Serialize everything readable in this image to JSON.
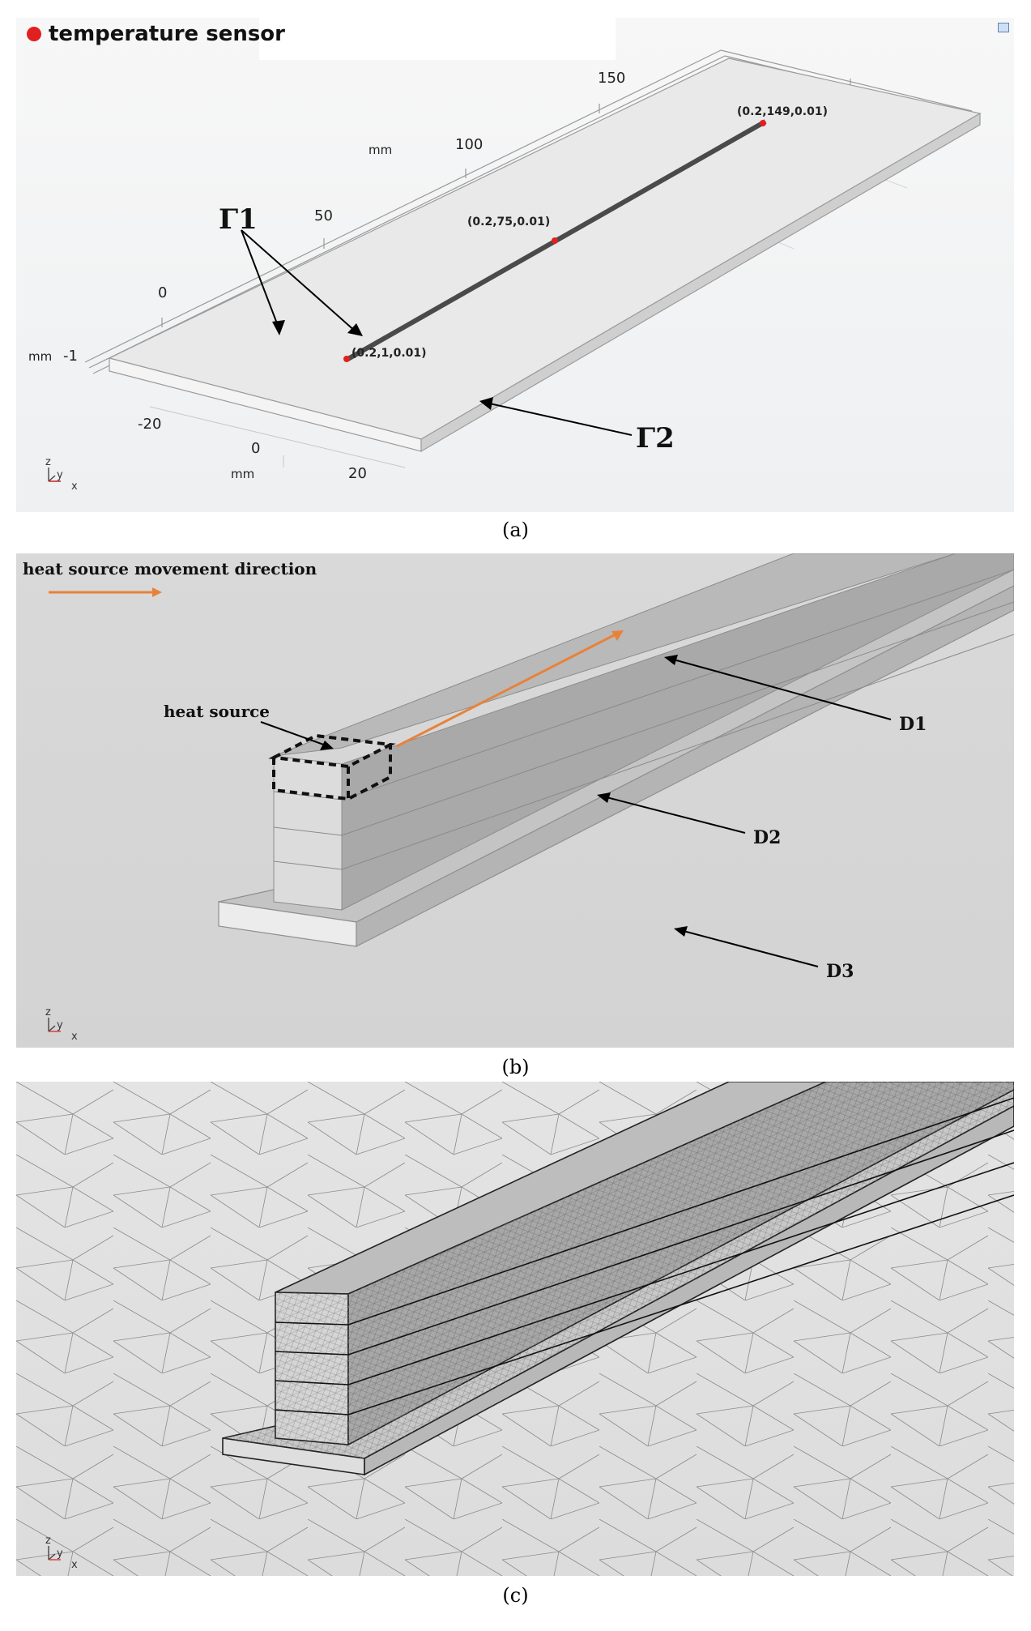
{
  "panels": {
    "a": {
      "caption": "(a)",
      "legend_label": "temperature sensor",
      "sensor_color": "#e02020",
      "unit_label": "mm",
      "y_ticks": [
        "0",
        "50",
        "100",
        "150"
      ],
      "x_ticks": [
        "-20",
        "0",
        "20"
      ],
      "z_tick": "-1",
      "gamma1": "Γ1",
      "gamma2": "Γ2",
      "sensors": [
        {
          "label": "(0.2,1,0.01)"
        },
        {
          "label": "(0.2,75,0.01)"
        },
        {
          "label": "(0.2,149,0.01)"
        }
      ],
      "axes": {
        "z": "z",
        "y": "y",
        "x": "x"
      }
    },
    "b": {
      "caption": "(b)",
      "direction_label": "heat source movement direction",
      "heat_source_label": "heat source",
      "arrow_color": "#e8823a",
      "d1": "D1",
      "d2": "D2",
      "d3": "D3",
      "axes": {
        "z": "z",
        "y": "y",
        "x": "x"
      }
    },
    "c": {
      "caption": "(c)",
      "axes": {
        "z": "z",
        "y": "y",
        "x": "x"
      }
    }
  }
}
